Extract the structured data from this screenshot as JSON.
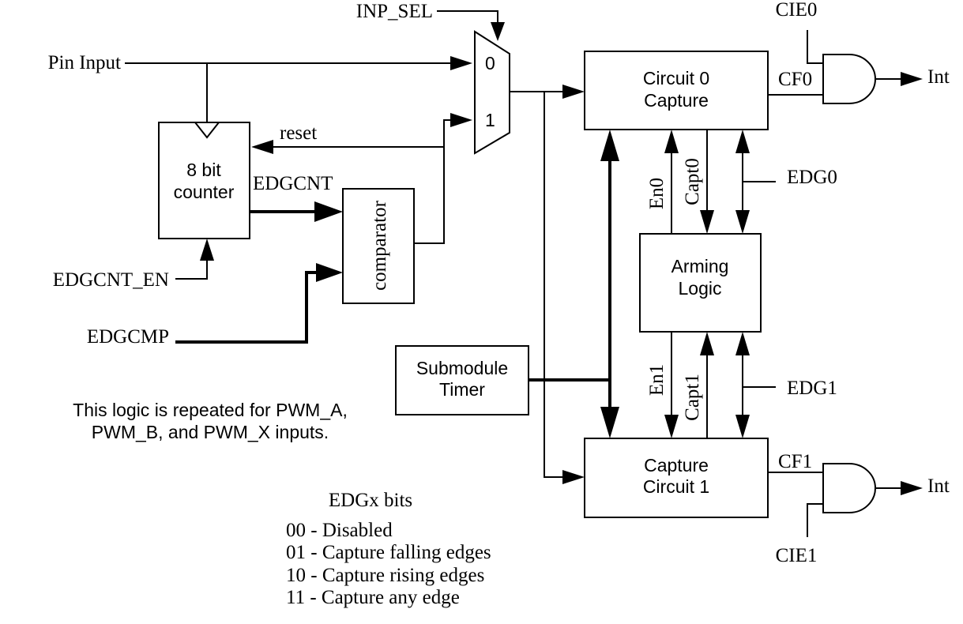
{
  "signals": {
    "inp_sel": "INP_SEL",
    "pin_input": "Pin Input",
    "reset": "reset",
    "edgcnt": "EDGCNT",
    "edgcnt_en": "EDGCNT_EN",
    "edgcmp": "EDGCMP",
    "cie0": "CIE0",
    "cf0": "CF0",
    "int0": "Int",
    "cie1": "CIE1",
    "cf1": "CF1",
    "int1": "Int",
    "edg0": "EDG0",
    "edg1": "EDG1",
    "en0": "En0",
    "capt0": "Capt0",
    "en1": "En1",
    "capt1": "Capt1"
  },
  "mux": {
    "in0": "0",
    "in1": "1"
  },
  "blocks": {
    "counter": {
      "line1": "8 bit",
      "line2": "counter"
    },
    "comparator": "comparator",
    "circuit0": {
      "line1": "Circuit 0",
      "line2": "Capture"
    },
    "circuit1": {
      "line1": "Capture",
      "line2": "Circuit 1"
    },
    "arming": {
      "line1": "Arming",
      "line2": "Logic"
    },
    "timer": {
      "line1": "Submodule",
      "line2": "Timer"
    }
  },
  "note": {
    "line1": "This logic is repeated for PWM_A,",
    "line2": "PWM_B, and PWM_X inputs."
  },
  "legend": {
    "title": "EDGx bits",
    "items": [
      "00 - Disabled",
      "01 - Capture falling edges",
      "10 - Capture rising edges",
      "11 - Capture any edge"
    ]
  }
}
